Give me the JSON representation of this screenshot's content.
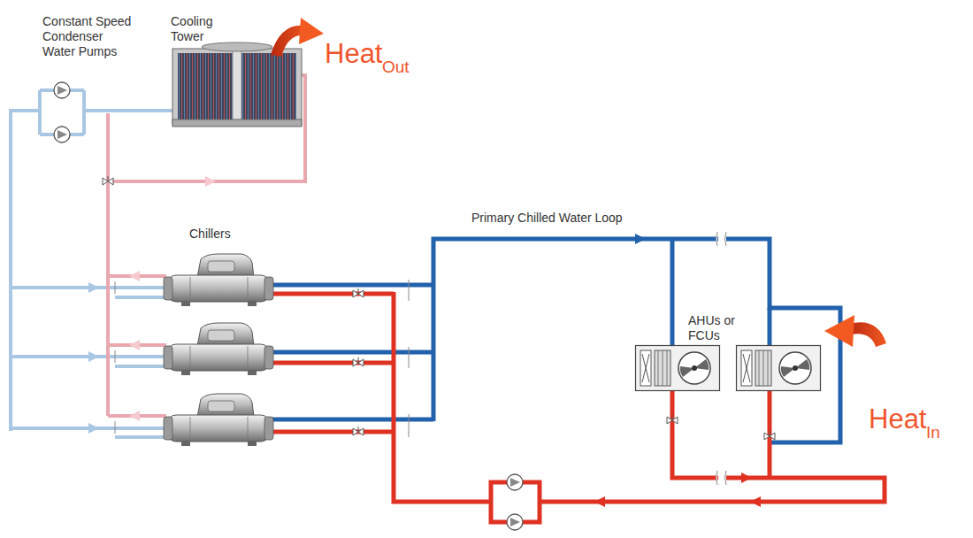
{
  "diagram": {
    "labels": [
      "Constant Speed Condenser Water Pumps",
      "Cooling Tower",
      "Heat",
      "Out",
      "Chillers",
      "Primary Chilled Water Loop",
      "AHUs or FCUs",
      "Heat",
      "In"
    ]
  }
}
